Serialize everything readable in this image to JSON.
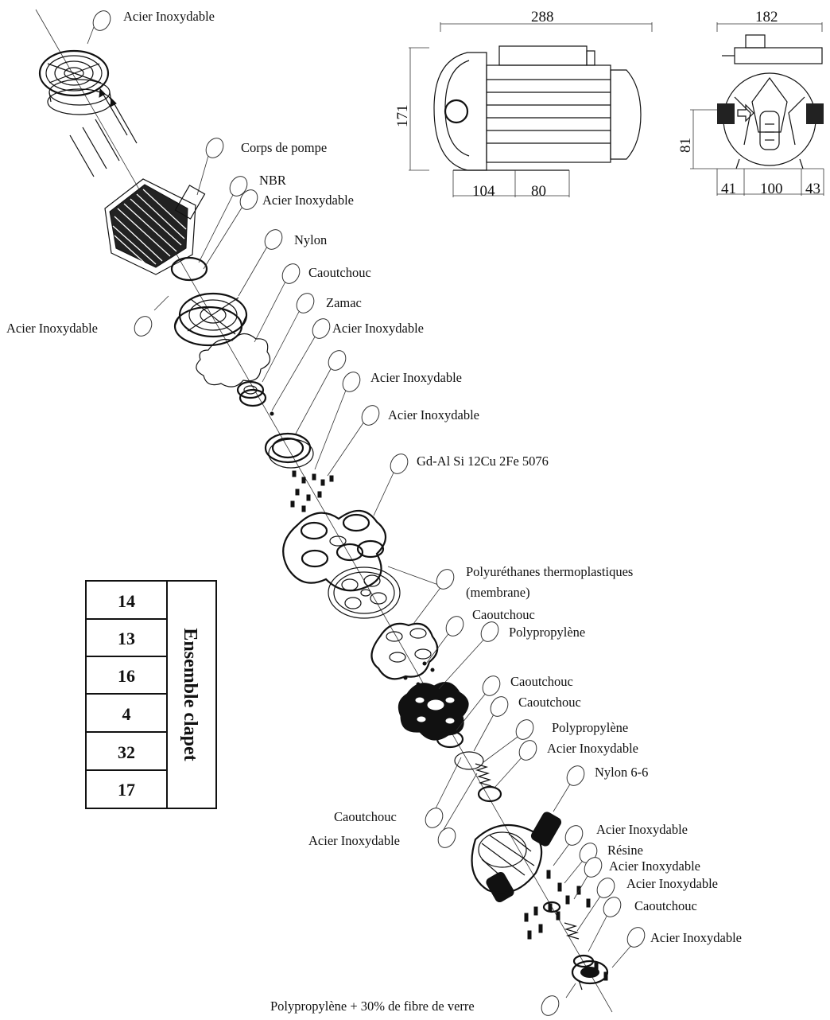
{
  "labels": {
    "top_screw": "Acier Inoxydable",
    "pump_body": "Corps de pompe",
    "oring": "NBR",
    "washer": "Acier Inoxydable",
    "bearing_holder": "Nylon",
    "left_screw": "Acier Inoxydable",
    "gasket": "Caoutchouc",
    "eccentric": "Zamac",
    "bearing": "Acier Inoxydable",
    "ball_bearing": "Acier Inoxydable",
    "screws": "Acier Inoxydable",
    "wobble_plate": "Gd-Al Si 12Cu 2Fe 5076",
    "diaphragm_line1": "Polyuréthanes thermoplastiques",
    "diaphragm_line2": "(membrane)",
    "valve_seal": "Caoutchouc",
    "valve_body": "Polypropylène",
    "valve_oring_a": "Caoutchouc",
    "valve_oring_b": "Caoutchouc",
    "piston": "Polypropylène",
    "spring": "Acier Inoxydable",
    "port_fitting": "Nylon 6-6",
    "left_rubber": "Caoutchouc",
    "left_steel": "Acier Inoxydable",
    "bolt": "Acier Inoxydable",
    "resin": "Résine",
    "nut": "Acier Inoxydable",
    "washer2": "Acier Inoxydable",
    "seal2": "Caoutchouc",
    "end_screw": "Acier Inoxydable",
    "end_cap": "Polypropylène + 30% de fibre de verre"
  },
  "dimensions": {
    "side_width": "288",
    "side_height": "171",
    "side_base_a": "104",
    "side_base_b": "80",
    "front_width": "182",
    "front_height": "81",
    "front_base_a": "41",
    "front_base_b": "100",
    "front_base_c": "43"
  },
  "bom": {
    "title": "Ensemble clapet",
    "parts": [
      "14",
      "13",
      "16",
      "4",
      "32",
      "17"
    ]
  }
}
